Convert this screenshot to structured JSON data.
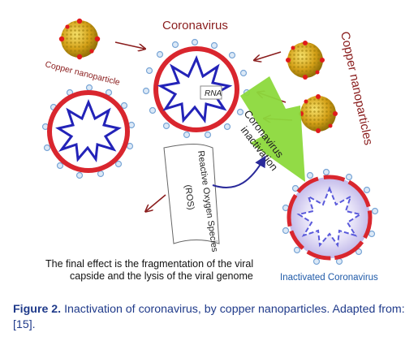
{
  "figure": {
    "coronavirus_label": "Coronavirus",
    "copper_left_label": "Copper nanoparticle",
    "copper_right_label": "Copper nanoparticles",
    "rna_label": "RNA",
    "inactivation_line1": "Coronavirus",
    "inactivation_line2": "inactivation",
    "ros_line1": "Reactive Oxygen Species",
    "ros_line2": "(ROS)",
    "effect_line1": "The final effect is the fragmentation of the viral",
    "effect_line2": "capside and the lysis of the viral genome",
    "inactivated_label": "Inactivated Coronavirus",
    "colors": {
      "capsid": "#d9262e",
      "star": "#2323b8",
      "copper": "#d4a017",
      "arrow": "#8a1d1d",
      "inactivation_arrow": "#8cd93c",
      "caption": "#1f3a8a"
    }
  },
  "caption": {
    "label": "Figure 2.",
    "text": " Inactivation of coronavirus, by copper nanoparticles. Adapted from: [15]."
  }
}
